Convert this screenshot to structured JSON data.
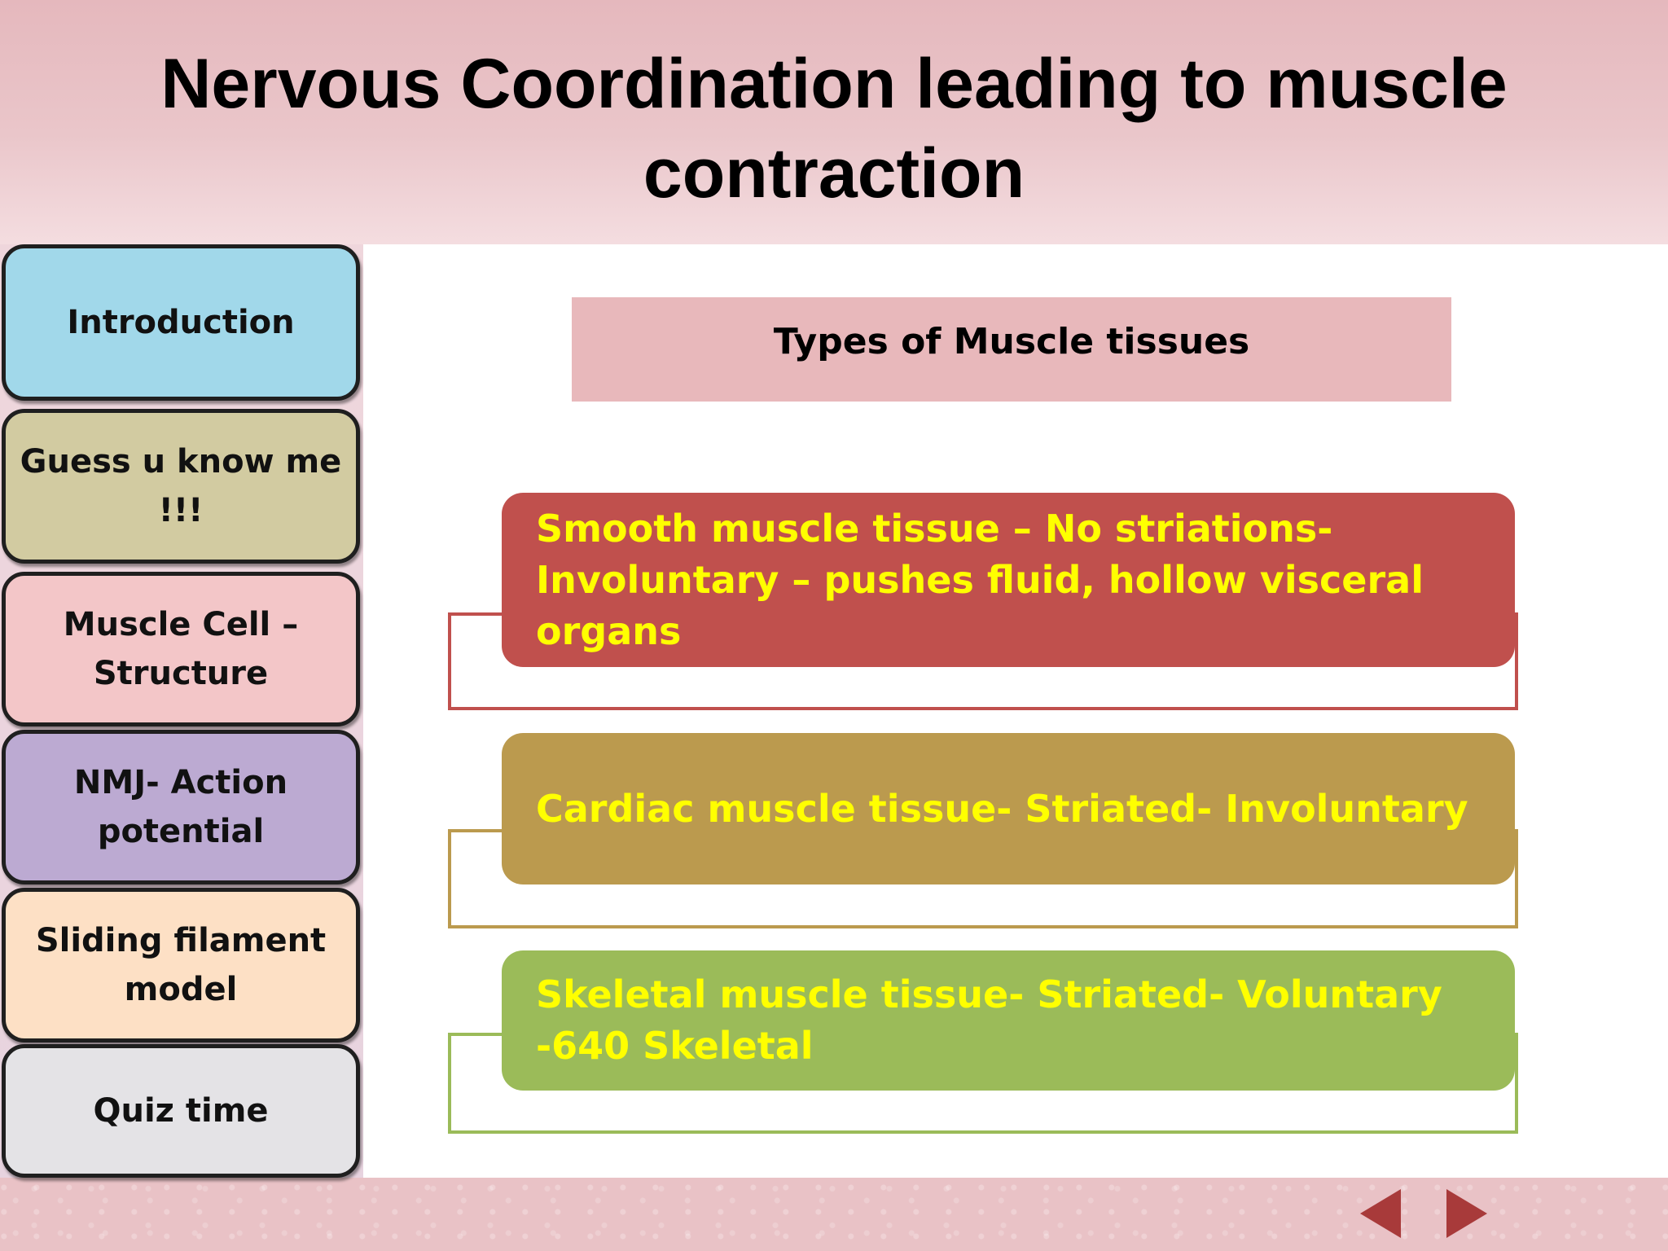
{
  "title": "Nervous Coordination leading to muscle contraction",
  "nav": [
    {
      "label": "Introduction",
      "color": "#a1d8ea"
    },
    {
      "label": "Guess u know me !!!",
      "color": "#d2cba1"
    },
    {
      "label": "Muscle Cell – Structure",
      "color": "#f3c6c8"
    },
    {
      "label": "NMJ- Action potential",
      "color": "#bcaad2"
    },
    {
      "label": "Sliding filament model",
      "color": "#fde0c5"
    },
    {
      "label": "Quiz time",
      "color": "#e4e3e6"
    }
  ],
  "main": {
    "heading": "Types of Muscle tissues",
    "items": [
      {
        "text": "Smooth muscle tissue – No striations- Involuntary – pushes fluid, hollow visceral organs",
        "color": "#c0504d"
      },
      {
        "text": "Cardiac muscle tissue-  Striated- Involuntary",
        "color": "#bb9a4e"
      },
      {
        "text": "Skeletal muscle tissue- Striated- Voluntary -640 Skeletal",
        "color": "#9bbb59"
      }
    ]
  },
  "controls": {
    "prev_icon": "triangle-left-icon",
    "next_icon": "triangle-right-icon",
    "arrow_color": "#a83a3a"
  }
}
